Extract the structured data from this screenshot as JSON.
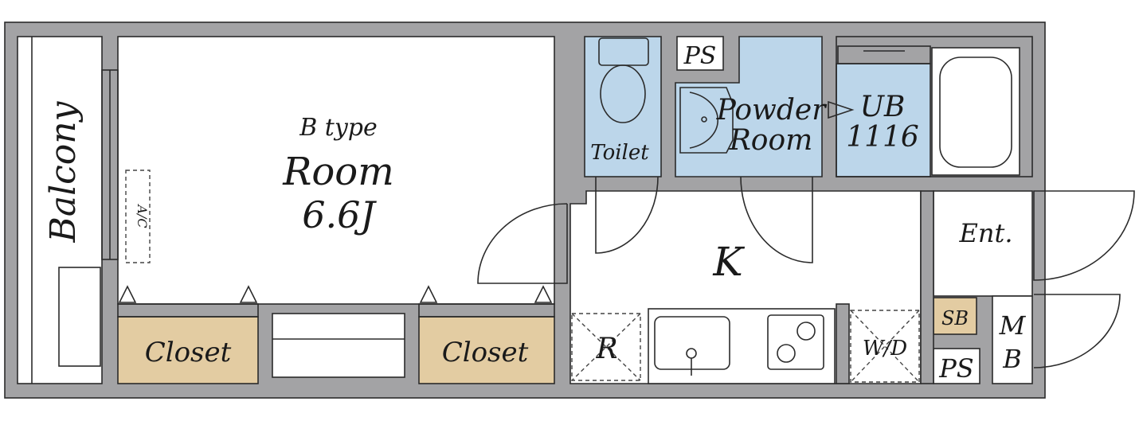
{
  "plan": {
    "type_label": "B type",
    "room_label": "Room",
    "room_size": "6.6J",
    "balcony": "Balcony",
    "aircon": "A/C",
    "closet_left": "Closet",
    "closet_right": "Closet",
    "toilet": "Toilet",
    "ps_top": "PS",
    "powder_line1": "Powder",
    "powder_line2": "Room",
    "ub_line1": "UB",
    "ub_line2": "1116",
    "kitchen": "K",
    "entrance": "Ent.",
    "refrigerator": "R",
    "washer": "W/D",
    "switchboard": "SB",
    "ps_bottom": "PS",
    "meter_line1": "M",
    "meter_line2": "B"
  },
  "colors": {
    "wall": "#a3a3a5",
    "wet_area": "#bcd6ea",
    "closet": "#e3cca2",
    "room": "#ffffff",
    "line": "#2b2b2b"
  }
}
